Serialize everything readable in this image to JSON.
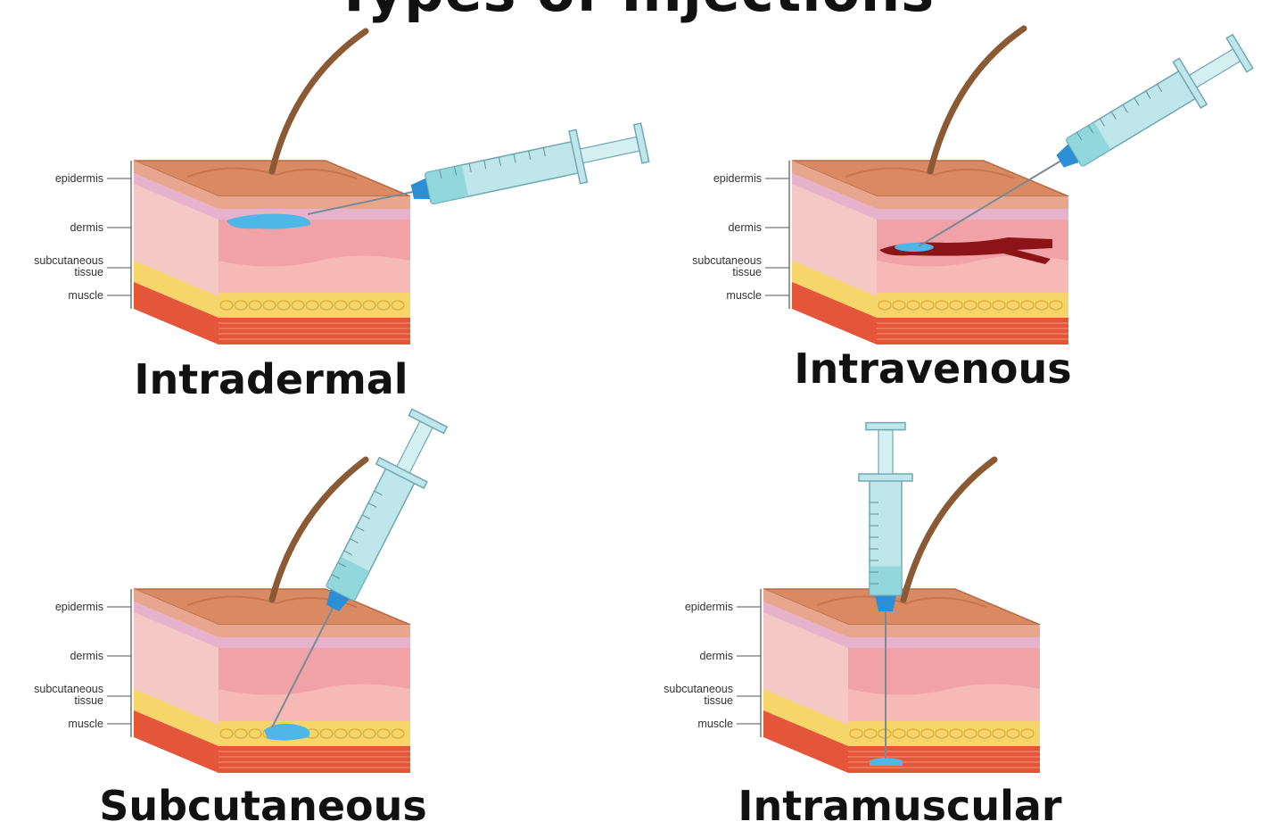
{
  "title": "Types of Injections",
  "layer_labels": {
    "epidermis": "epidermis",
    "dermis": "dermis",
    "subcutaneous_1": "subcutaneous",
    "subcutaneous_2": "tissue",
    "muscle": "muscle"
  },
  "panels": [
    {
      "id": "intradermal",
      "caption": "Intradermal"
    },
    {
      "id": "intravenous",
      "caption": "Intravenous"
    },
    {
      "id": "subcutaneous",
      "caption": "Subcutaneous"
    },
    {
      "id": "intramuscular",
      "caption": "Intramuscular"
    }
  ],
  "colors": {
    "skin_top": "#d98a62",
    "epidermis": "#e9a68f",
    "dermis_light": "#f4c8c5",
    "dermis_pink": "#f2a2aa",
    "fat": "#f6d56a",
    "muscle": "#e4563a",
    "hair": "#8a5a34",
    "fluid": "#4fb6e8",
    "syringe": "#bfe6ea",
    "syringe_tip": "#2c8fd6",
    "vein": "#8b1418"
  }
}
